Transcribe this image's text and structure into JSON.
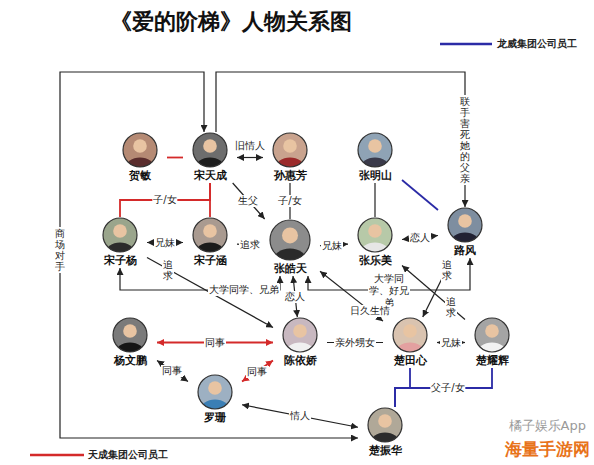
{
  "diagram": {
    "title": "《爱的阶梯》人物关系图",
    "nodes": [
      {
        "text": [
          "贺敏"
        ]
      },
      {
        "text": [
          "宋天成"
        ]
      },
      {
        "text": [
          "孙惠芳"
        ]
      },
      {
        "text": [
          "张明山"
        ]
      },
      {
        "text": [
          "宋子杨"
        ]
      },
      {
        "text": [
          "宋子涵"
        ]
      },
      {
        "text": [
          "张皓天"
        ]
      },
      {
        "text": [
          "张乐美"
        ]
      },
      {
        "text": [
          "路风"
        ]
      },
      {
        "text": [
          "杨文鹏"
        ]
      },
      {
        "text": [
          "陈依娇"
        ]
      },
      {
        "text": [
          "楚田心"
        ]
      },
      {
        "text": [
          "楚耀辉"
        ]
      },
      {
        "text": [
          "罗珊"
        ]
      },
      {
        "text": [
          "楚振华"
        ]
      }
    ],
    "edges": [
      {
        "from": 0,
        "to": 1,
        "arrow": "none"
      },
      {
        "from": 1,
        "to": 2,
        "label": "旧情人",
        "arrow": "both"
      },
      {
        "from": 1,
        "to": 6,
        "label": "生父",
        "arrow": "to"
      },
      {
        "from": 1,
        "to": 4,
        "label": "子/女",
        "arrow": "none"
      },
      {
        "from": 1,
        "to": 5,
        "arrow": "none"
      },
      {
        "from": 4,
        "to": 5,
        "label": "兄妹",
        "arrow": "both"
      },
      {
        "from": 2,
        "to": 6,
        "label": "子/女",
        "arrow": "none"
      },
      {
        "from": 3,
        "to": 7,
        "arrow": "none"
      },
      {
        "from": 6,
        "to": 7,
        "label": "兄妹",
        "arrow": "both"
      },
      {
        "from": 5,
        "to": 6,
        "label": "追求",
        "arrow": "to"
      },
      {
        "from": 7,
        "to": 8,
        "label": "恋人",
        "arrow": "both"
      },
      {
        "from": 1,
        "to": 8,
        "label": "联手害死她的父亲",
        "arrow": "to"
      },
      {
        "from": 3,
        "to": 8,
        "arrow": "none"
      },
      {
        "from": 1,
        "to": 14,
        "label": "商场对手",
        "arrow": "both"
      },
      {
        "from": 4,
        "to": 6,
        "label": "大学同学、兄弟",
        "arrow": "both"
      },
      {
        "from": 6,
        "to": 8,
        "label": "大学同学、好兄弟",
        "arrow": "both"
      },
      {
        "from": 4,
        "to": 10,
        "label": "追求",
        "arrow": "to"
      },
      {
        "from": 6,
        "to": 10,
        "label": "恋人",
        "arrow": "both"
      },
      {
        "from": 6,
        "to": 11,
        "label": "日久生情",
        "arrow": "both"
      },
      {
        "from": 8,
        "to": 11,
        "label": "追求",
        "arrow": "to"
      },
      {
        "from": 12,
        "to": 7,
        "label": "追求",
        "arrow": "to"
      },
      {
        "from": 10,
        "to": 11,
        "label": "亲外甥女",
        "arrow": "none"
      },
      {
        "from": 11,
        "to": 12,
        "label": "兄妹",
        "arrow": "both"
      },
      {
        "from": 9,
        "to": 10,
        "label": "同事",
        "arrow": "both"
      },
      {
        "from": 9,
        "to": 13,
        "label": "同事",
        "arrow": "both"
      },
      {
        "from": 13,
        "to": 10,
        "label": "同事",
        "arrow": "both"
      },
      {
        "from": 13,
        "to": 14,
        "label": "情人",
        "arrow": "both"
      },
      {
        "from": 14,
        "to": 11,
        "arrow": "none"
      },
      {
        "from": 14,
        "to": 12,
        "label": "父子/女",
        "arrow": "none"
      }
    ],
    "labels": [
      "橘子娱乐App",
      "海量手游网"
    ],
    "legend": [
      {
        "text": "龙威集团公司员工"
      },
      {
        "text": "天成集团公司员工"
      }
    ]
  }
}
